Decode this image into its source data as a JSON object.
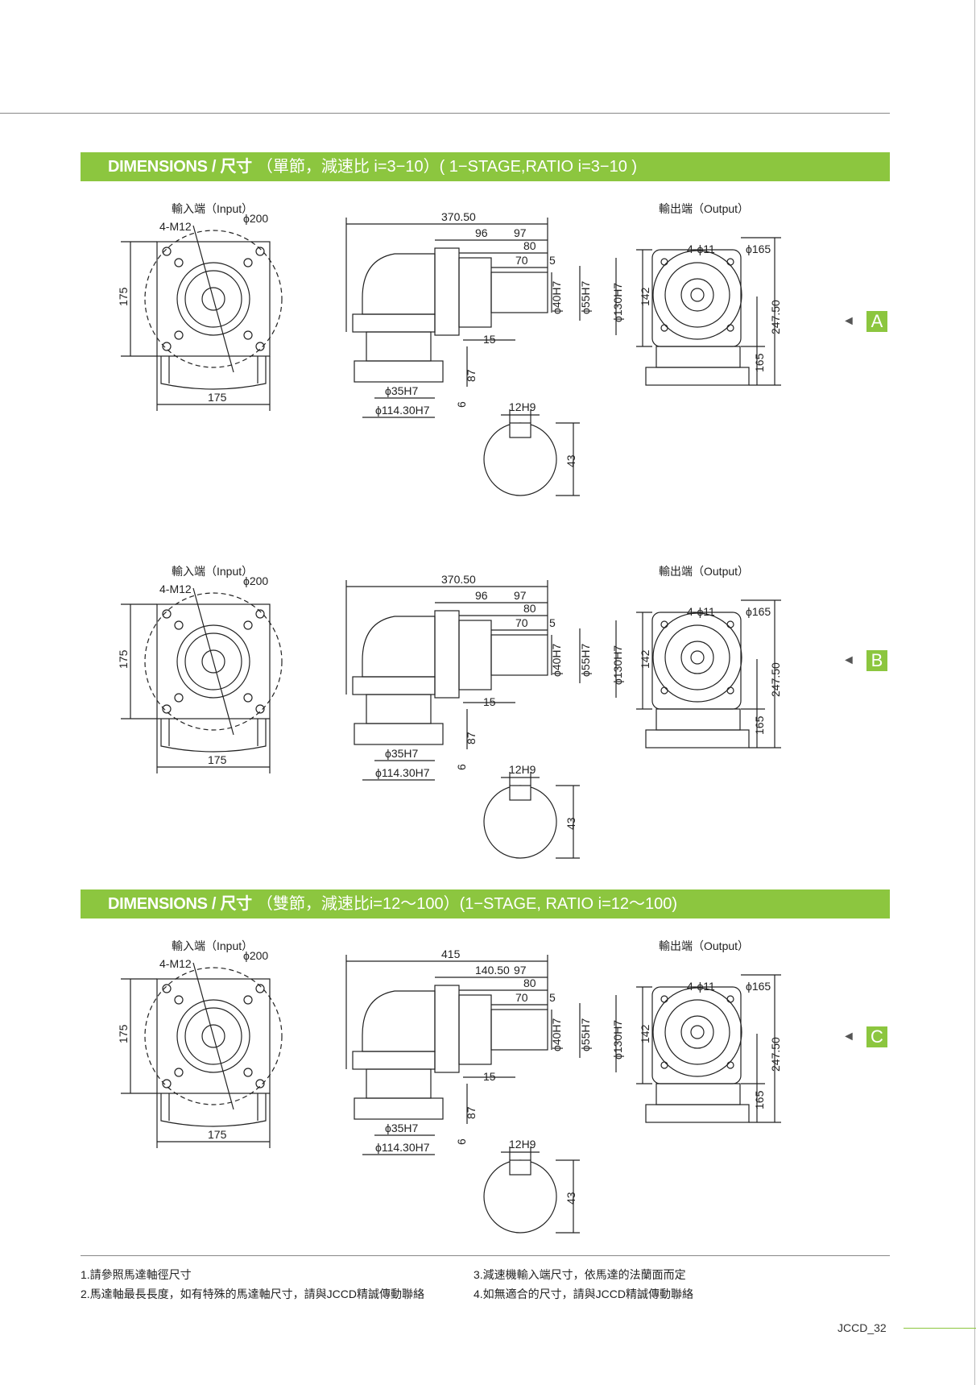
{
  "sections": [
    {
      "header_bold": "DIMENSIONS / 尺寸",
      "header_rest": "（單節，減速比 i=3−10）( 1−STAGE,RATIO i=3−10 )"
    },
    {
      "header_bold": "DIMENSIONS / 尺寸",
      "header_rest": "（雙節，減速比i=12～100）(1−STAGE, RATIO i=12～100)"
    }
  ],
  "drawings": [
    {
      "letter": "A",
      "input_label": "輸入端（Input）",
      "output_label": "輸出端（Output）",
      "input_bolt": "4-M12",
      "input_pcd": "ϕ200",
      "input_h": "175",
      "input_w": "175",
      "total_len": "370.50",
      "len_a": "96",
      "len_b": "97",
      "len_c": "80",
      "len_d": "70",
      "len_e": "5",
      "d1": "ϕ40H7",
      "d2": "ϕ55H7",
      "d3": "ϕ130H7",
      "h87": "87",
      "h6": "6",
      "h15": "15",
      "bore1": "ϕ35H7",
      "bore2": "ϕ114.30H7",
      "out_holes": "4-ϕ11",
      "out_pcd": "ϕ165",
      "out_142": "142",
      "out_165": "165",
      "out_h": "247.50",
      "key_w": "12H9",
      "key_h": "43"
    },
    {
      "letter": "B",
      "input_label": "輸入端（Input）",
      "output_label": "輸出端（Output）",
      "input_bolt": "4-M12",
      "input_pcd": "ϕ200",
      "input_h": "175",
      "input_w": "175",
      "total_len": "370.50",
      "len_a": "96",
      "len_b": "97",
      "len_c": "80",
      "len_d": "70",
      "len_e": "5",
      "d1": "ϕ40H7",
      "d2": "ϕ55H7",
      "d3": "ϕ130H7",
      "h87": "87",
      "h6": "6",
      "h15": "15",
      "bore1": "ϕ35H7",
      "bore2": "ϕ114.30H7",
      "out_holes": "4-ϕ11",
      "out_pcd": "ϕ165",
      "out_142": "142",
      "out_165": "165",
      "out_h": "247.50",
      "key_w": "12H9",
      "key_h": "43"
    },
    {
      "letter": "C",
      "input_label": "輸入端（Input）",
      "output_label": "輸出端（Output）",
      "input_bolt": "4-M12",
      "input_pcd": "ϕ200",
      "input_h": "175",
      "input_w": "175",
      "total_len": "415",
      "len_a": "140.50",
      "len_b": "97",
      "len_c": "80",
      "len_d": "70",
      "len_e": "5",
      "d1": "ϕ40H7",
      "d2": "ϕ55H7",
      "d3": "ϕ130H7",
      "h87": "87",
      "h6": "6",
      "h15": "15",
      "bore1": "ϕ35H7",
      "bore2": "ϕ114.30H7",
      "out_holes": "4-ϕ11",
      "out_pcd": "ϕ165",
      "out_142": "142",
      "out_165": "165",
      "out_h": "247.50",
      "key_w": "12H9",
      "key_h": "43"
    }
  ],
  "notes": {
    "n1": "1.請參照馬達軸徑尺寸",
    "n2": "2.馬達軸最長長度，如有特殊的馬達軸尺寸，請與JCCD精誠傳動聯絡",
    "n3": "3.減速機輸入端尺寸，依馬達的法蘭面而定",
    "n4": "4.如無適合的尺寸，請與JCCD精誠傳動聯絡"
  },
  "footer": {
    "page": "JCCD_32"
  },
  "colors": {
    "accent": "#8cc63f",
    "line": "#222222"
  }
}
